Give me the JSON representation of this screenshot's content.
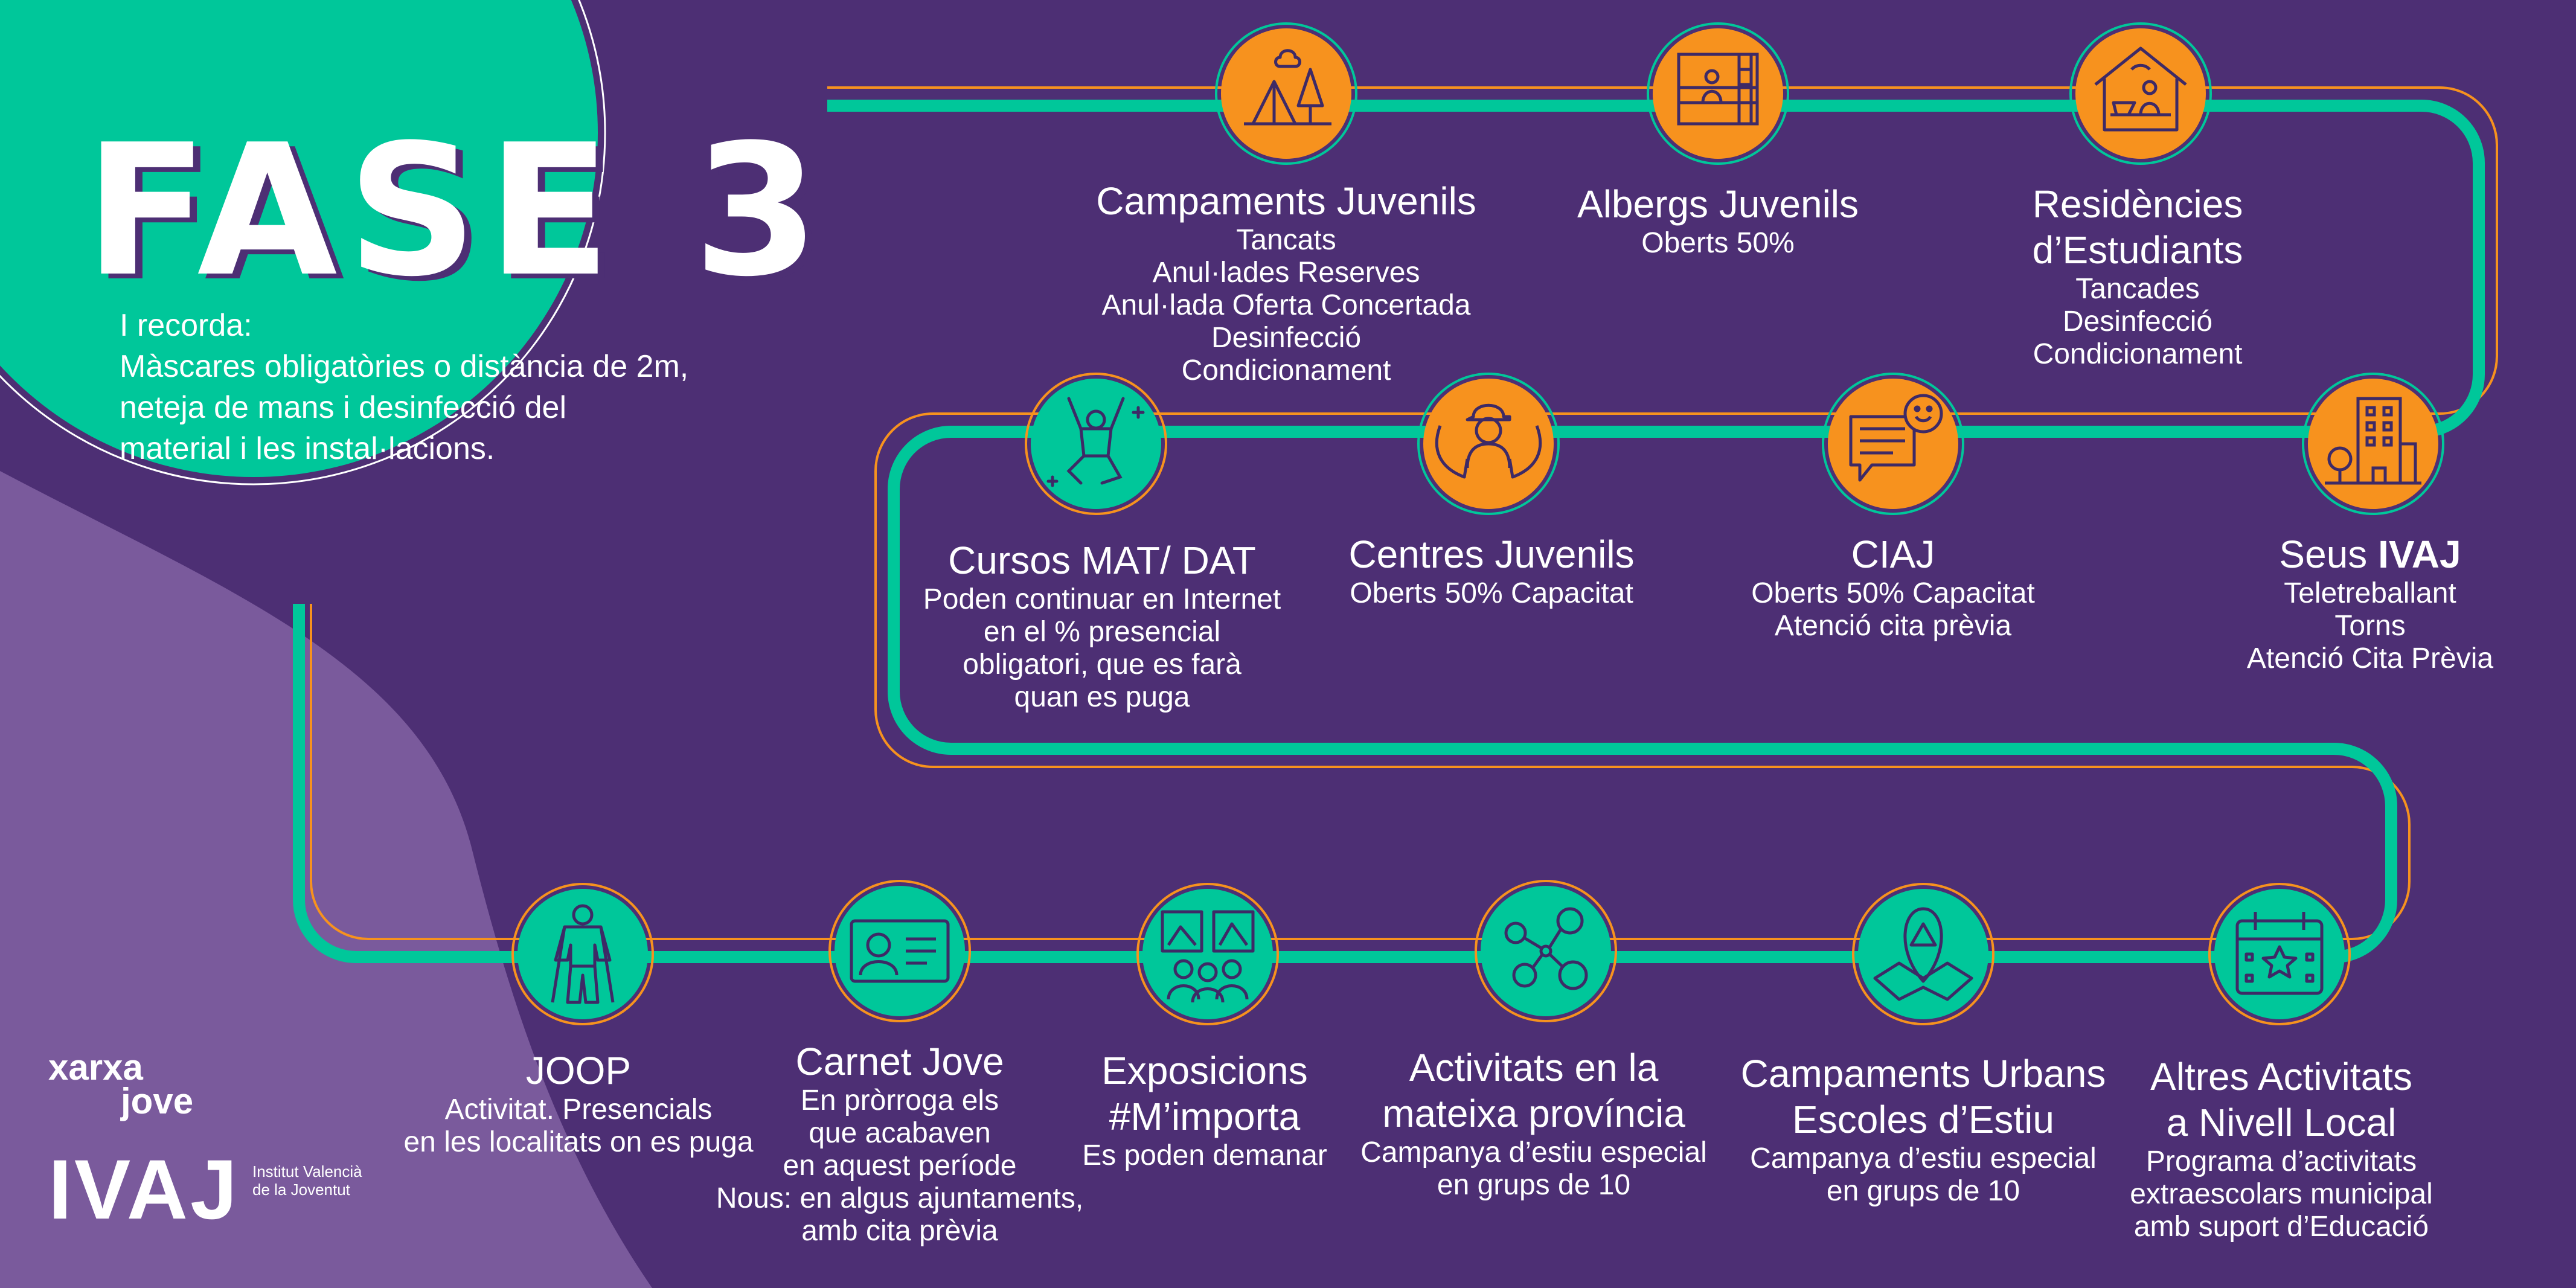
{
  "title": "FASE 3",
  "reminder": {
    "lines": [
      "I recorda:",
      "Màscares obligatòries o distància de 2m,",
      "neteja de mans i desinfecció del",
      "material i les instal·lacions."
    ]
  },
  "colors": {
    "background": "#4d2f74",
    "green": "#00c79a",
    "orange": "#f7921e",
    "lilac": "#7a5a9c",
    "icon_line": "#3e2a66"
  },
  "row1": [
    {
      "icon": "tent-trees-icon",
      "title": "Campaments Juvenils",
      "lines": [
        "Tancats",
        "Anul·lades Reserves",
        "Anul·lada Oferta Concertada",
        "Desinfecció",
        "Condicionament"
      ]
    },
    {
      "icon": "bunk-bed-icon",
      "title": "Albergs Juvenils",
      "lines": [
        "Oberts 50%"
      ]
    },
    {
      "icon": "student-desk-house-icon",
      "title": "Residències",
      "title2": "d’Estudiants",
      "lines": [
        "Tancades",
        "Desinfecció",
        "Condicionament"
      ]
    }
  ],
  "row2": [
    {
      "icon": "jumping-person-icon",
      "title": "Cursos MAT/ DAT",
      "lines": [
        "Poden continuar en Internet",
        "en el % presencial",
        "obligatori, que es farà",
        "quan es puga"
      ]
    },
    {
      "icon": "person-hands-icon",
      "title": "Centres Juvenils",
      "lines": [
        "Oberts 50% Capacitat"
      ]
    },
    {
      "icon": "chat-smile-icon",
      "title": "CIAJ",
      "lines": [
        "Oberts 50% Capacitat",
        "Atenció cita prèvia"
      ]
    },
    {
      "icon": "office-building-icon",
      "title_pre": "Seus ",
      "title_bold": "IVAJ",
      "lines": [
        "Teletreballant",
        "Torns",
        "Atenció Cita Prèvia"
      ]
    }
  ],
  "row3": [
    {
      "icon": "superhero-icon",
      "title": "JOOP",
      "lines": [
        "Activitat. Presencials",
        "en les localitats on es puga"
      ]
    },
    {
      "icon": "id-card-icon",
      "title": "Carnet Jove",
      "lines": [
        "En pròrroga els",
        "que acabaven",
        "en aquest període",
        "Nous: en algus ajuntaments,",
        "amb cita prèvia"
      ]
    },
    {
      "icon": "gallery-viewers-icon",
      "title": "Exposicions",
      "title2": "#M’importa",
      "lines": [
        "Es poden demanar"
      ]
    },
    {
      "icon": "network-people-icon",
      "title": "Activitats en la",
      "title2": "mateixa província",
      "lines": [
        "Campanya d’estiu especial",
        "en grups de 10"
      ]
    },
    {
      "icon": "map-pin-icon",
      "title": "Campaments Urbans",
      "title2": "Escoles d’Estiu",
      "lines": [
        "Campanya d’estiu especial",
        "en grups de 10"
      ]
    },
    {
      "icon": "calendar-star-icon",
      "title": "Altres Activitats",
      "title2": "a Nivell Local",
      "lines": [
        "Programa d’activitats",
        "extraescolars municipal",
        "amb suport d’Educació"
      ]
    }
  ],
  "logos": {
    "xarxa_line1": "xarxa",
    "xarxa_line2": "jove",
    "ivaj": "IVAJ",
    "institute_line1": "Institut Valencià",
    "institute_line2": "de la Joventut"
  }
}
